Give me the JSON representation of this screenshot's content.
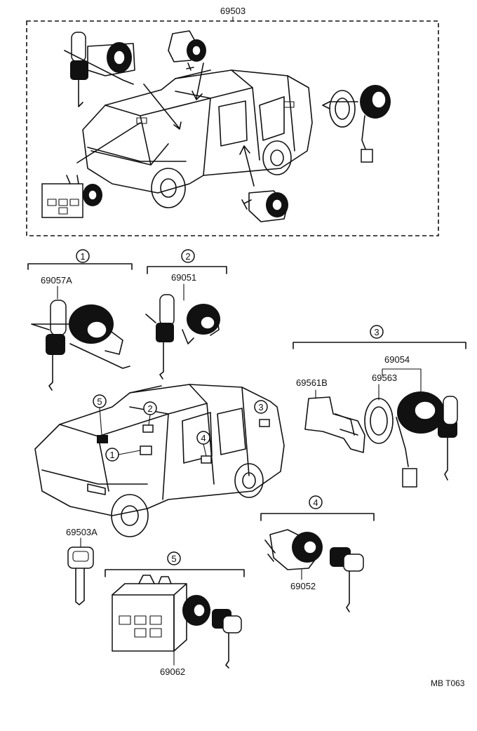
{
  "parts": {
    "kit": "69503",
    "ignition_cyl": "69057A",
    "door_cyl": "69051",
    "back_assy": "69054",
    "bracket": "69561B",
    "bezel": "69563",
    "key": "69503A",
    "door_lock_4": "69052",
    "glove_box": "69062"
  },
  "callouts": {
    "c1": "1",
    "c2": "2",
    "c3": "3",
    "c4": "4",
    "c5": "5"
  },
  "figure_code": "MB T063"
}
